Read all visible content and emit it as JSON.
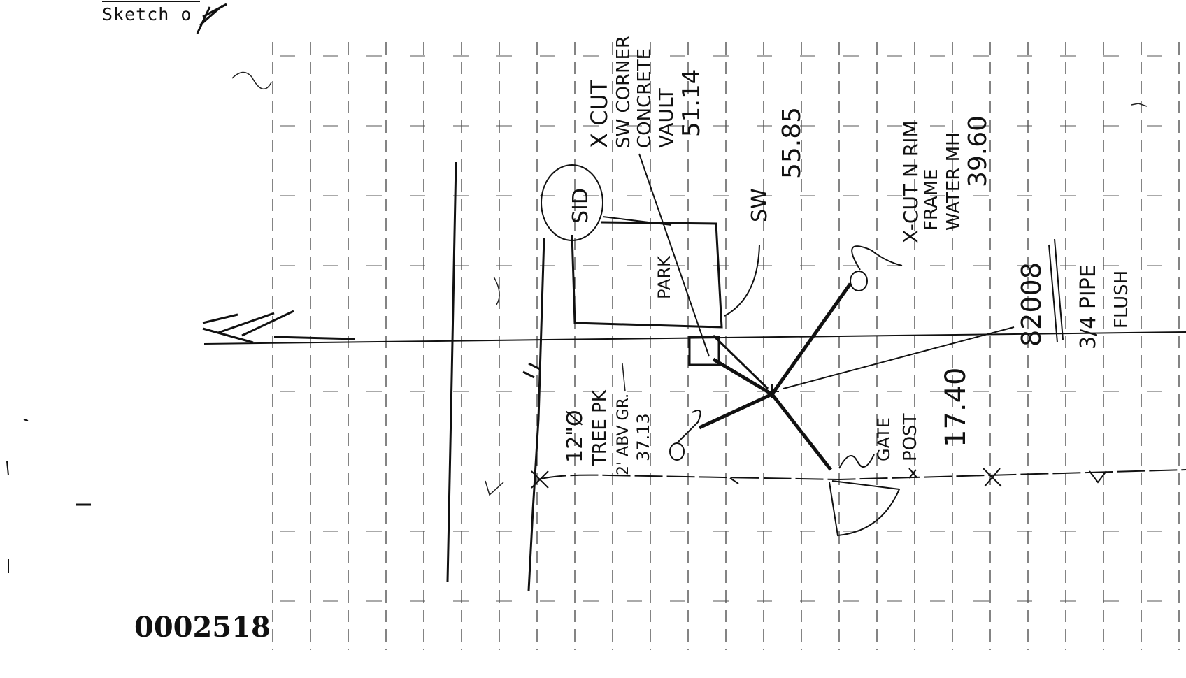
{
  "header": {
    "label": "Sketch o"
  },
  "footer": {
    "document_number": "0002518"
  },
  "annotations": {
    "x_cut_sw_corner": [
      "X CUT",
      "SW CORNER",
      "CONCRETE",
      "VAULT",
      "51.14"
    ],
    "sw": [
      "SW",
      "55.85"
    ],
    "x_cut_rim": [
      "X-CUT N RIM",
      "FRAME",
      "WATER MH",
      "39.60"
    ],
    "sid": "SID",
    "park": "PARK",
    "tree": [
      "12\"Ø",
      "TREE PK",
      "2' ABV GR.",
      "37.13"
    ],
    "gate_post": [
      "GATE",
      "POST",
      "17.40"
    ],
    "point_id": "82008",
    "pipe": [
      "3/4 PIPE",
      "FLUSH"
    ]
  }
}
